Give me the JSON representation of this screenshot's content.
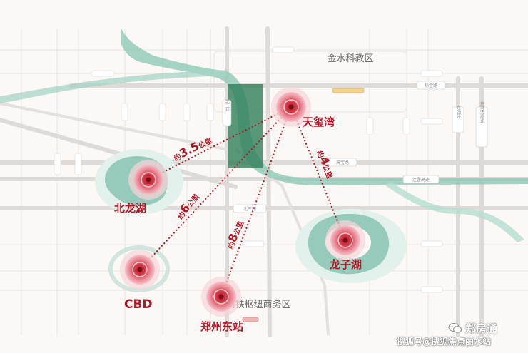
{
  "districts": {
    "jinshui_sci_edu": "金水科教区",
    "railway_business": "高铁枢纽商务区"
  },
  "places": {
    "tianxiwan": "天玺湾",
    "beilonghu": "北龙湖",
    "cbd": "CBD",
    "longzihu": "龙子湖",
    "zhengzhou_east_station": "郑州东站"
  },
  "distances": {
    "to_beilonghu": {
      "prefix": "约",
      "value": "3.5",
      "unit": "公里"
    },
    "to_cbd": {
      "prefix": "约",
      "value": "6",
      "unit": "公里"
    },
    "to_east_station": {
      "prefix": "约",
      "value": "8",
      "unit": "公里"
    },
    "to_longzihu": {
      "prefix": "约",
      "value": "4",
      "unit": "公里"
    }
  },
  "roads": {
    "beisanhuan_v": "北三环",
    "beisanhuan_h": "北三环",
    "hongbao_rd": "鸿宝路",
    "liangou_expwy": "连霍高速",
    "dongsihuan": "东四环",
    "jingguang_expwy": "京港澳高速",
    "yangjin_rd": "杨金路"
  },
  "branding": {
    "brand_name": "郑房通",
    "watermark": "搜狐号@搜狐焦点丽水站"
  },
  "colors": {
    "accent": "#b01a28",
    "water": "#8fc9b8",
    "green_block": "#2f7f5a",
    "road": "#dcdcdc",
    "background": "#fbf8f6"
  }
}
